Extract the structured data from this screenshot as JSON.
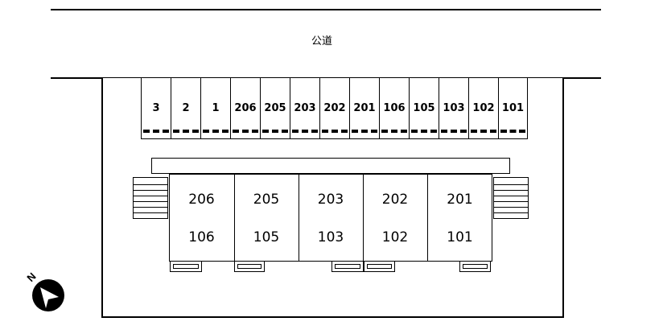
{
  "road": {
    "label": "公道"
  },
  "parking": {
    "stalls": [
      "3",
      "2",
      "1",
      "206",
      "205",
      "203",
      "202",
      "201",
      "106",
      "105",
      "103",
      "102",
      "101"
    ]
  },
  "building": {
    "units": [
      {
        "upper": "206",
        "lower": "106"
      },
      {
        "upper": "205",
        "lower": "105"
      },
      {
        "upper": "203",
        "lower": "103"
      },
      {
        "upper": "202",
        "lower": "102"
      },
      {
        "upper": "201",
        "lower": "101"
      }
    ]
  },
  "compass": {
    "label": "N",
    "icon": "north-arrow-icon"
  }
}
